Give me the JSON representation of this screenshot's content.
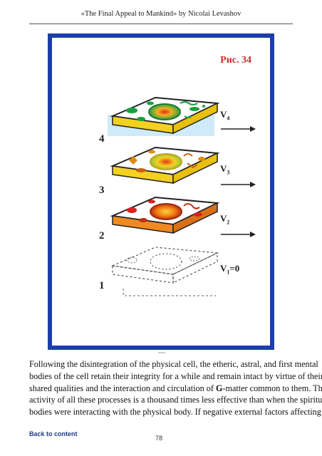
{
  "header": {
    "running_title": "«The Final Appeal to Mankind» by Nicolai Levashov"
  },
  "figure": {
    "caption": "Рис. 34",
    "layers": [
      "4",
      "3",
      "2",
      "1"
    ],
    "velocity_labels": [
      {
        "base": "V",
        "sub": "4",
        "suffix": ""
      },
      {
        "base": "V",
        "sub": "3",
        "suffix": ""
      },
      {
        "base": "V",
        "sub": "2",
        "suffix": ""
      },
      {
        "base": "V",
        "sub": "1",
        "suffix": "=0"
      }
    ],
    "colors": {
      "frame": "#1a3fa6",
      "caption": "#c8302c",
      "band": "#cfeafa",
      "etheric_nucleus": "#d92020",
      "astral_nucleus": "#e08a10",
      "mental_organelle": "#18a040"
    }
  },
  "body": {
    "lines": [
      "Following the disintegration of the physical cell, the etheric, astral, and first mental",
      "bodies of the cell retain their integrity for a while and remain intact by virtue of their",
      "shared qualities and the interaction and circulation of ",
      "activity of all these processes is a thousand times less effective than when the spiritual",
      "bodies were interacting with the physical body. If negative external factors affecting"
    ],
    "g_bold": "G",
    "line3_tail": "-matter common to them. The"
  },
  "footer": {
    "back_link": "Back to content",
    "page_number": "78"
  }
}
